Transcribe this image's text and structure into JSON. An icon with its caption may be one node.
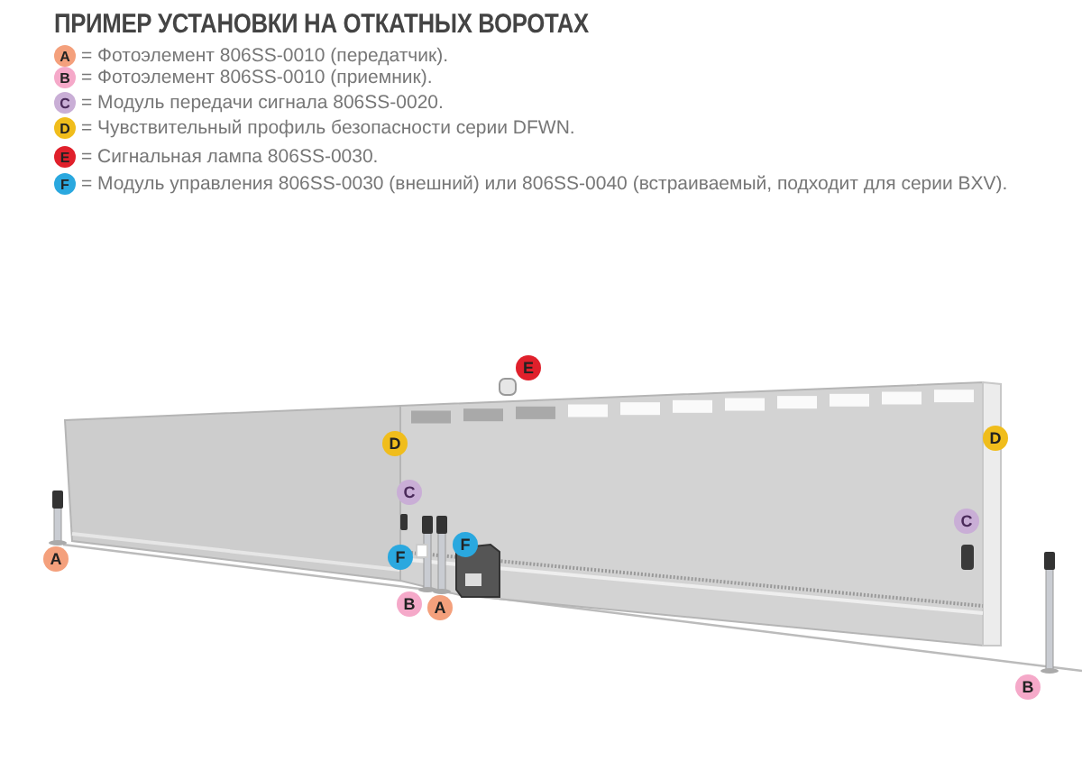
{
  "diagram": {
    "title": "ПРИМЕР УСТАНОВКИ НА ОТКАТНЫХ ВОРОТАХ",
    "nodes": [
      {
        "text": [
          "A"
        ],
        "beside": [
          "= Фотоэлемент 806SS-0010 (передатчик)."
        ]
      },
      {
        "text": [
          "B"
        ],
        "beside": [
          "= Фотоэлемент 806SS-0010 (приемник)."
        ]
      },
      {
        "text": [
          "C"
        ],
        "beside": [
          "= Модуль передачи сигнала 806SS-0020."
        ]
      },
      {
        "text": [
          "D"
        ],
        "beside": [
          "= Чувствительный профиль безопасности серии DFWN."
        ]
      },
      {
        "text": [
          "E"
        ],
        "beside": [
          "= Сигнальная лампа 806SS-0030."
        ]
      },
      {
        "text": [
          "F"
        ],
        "beside": [
          "= Модуль управления 806SS-0030 (внешний) или 806SS-0040 (встраиваемый, подходит для серии BXV)."
        ]
      },
      {
        "text": [
          "E"
        ]
      },
      {
        "text": [
          "D"
        ]
      },
      {
        "text": [
          "D"
        ]
      },
      {
        "text": [
          "C"
        ]
      },
      {
        "text": [
          "C"
        ]
      },
      {
        "text": [
          "A"
        ]
      },
      {
        "text": [
          "F"
        ]
      },
      {
        "text": [
          "F"
        ]
      },
      {
        "text": [
          "B"
        ]
      },
      {
        "text": [
          "A"
        ]
      },
      {
        "text": [
          "B"
        ]
      }
    ],
    "edges": []
  }
}
